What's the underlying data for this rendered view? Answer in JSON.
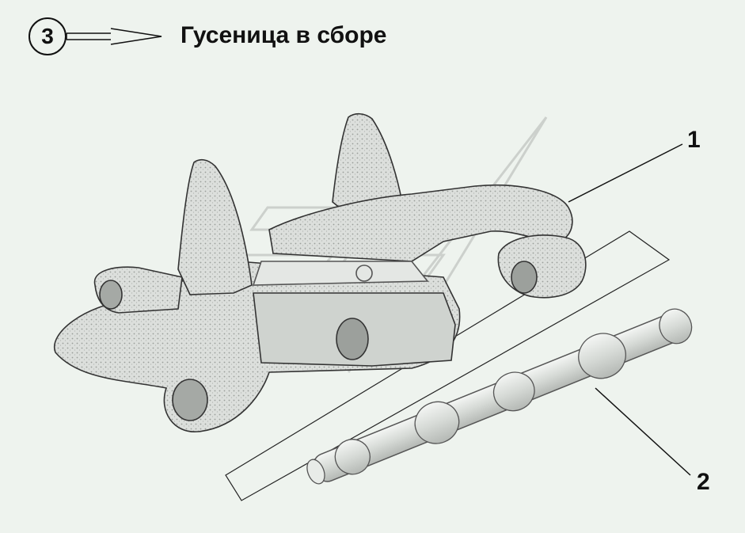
{
  "header": {
    "badge_number": "3",
    "title": "Гусеница в сборе"
  },
  "callouts": [
    {
      "label": "1",
      "part": "track-shoe"
    },
    {
      "label": "2",
      "part": "track-pin"
    }
  ],
  "colors": {
    "background": "#eef3ee",
    "ink": "#111111",
    "part_fill": "#d9ddd9",
    "part_shade": "#b9bdb9",
    "watermark": "#c8ccc8"
  }
}
